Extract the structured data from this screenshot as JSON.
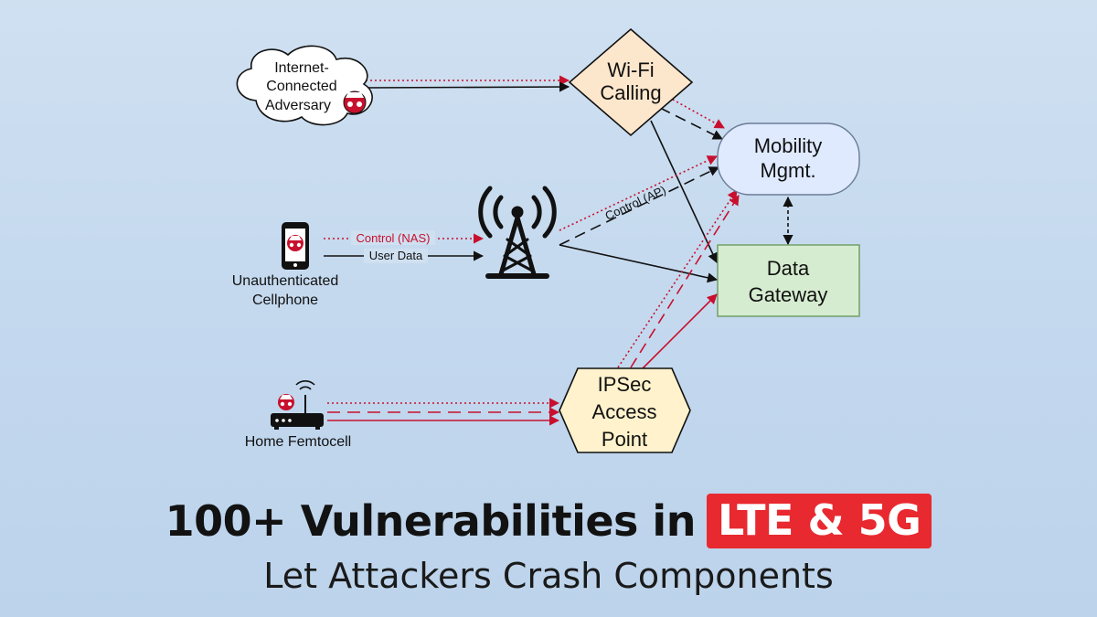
{
  "nodes": {
    "adversary": {
      "line1": "Internet-",
      "line2": "Connected",
      "line3": "Adversary"
    },
    "wifi": {
      "line1": "Wi-Fi",
      "line2": "Calling"
    },
    "mobility": {
      "line1": "Mobility",
      "line2": "Mgmt."
    },
    "gateway": {
      "line1": "Data",
      "line2": "Gateway"
    },
    "ipsec": {
      "line1": "IPSec",
      "line2": "Access",
      "line3": "Point"
    },
    "cellphone": {
      "line1": "Unauthenticated",
      "line2": "Cellphone"
    },
    "femtocell": {
      "label": "Home Femtocell"
    }
  },
  "edges": {
    "control_nas": "Control (NAS)",
    "user_data": "User Data",
    "control_ap": "Control (AP)"
  },
  "headline": {
    "main": "100+ Vulnerabilities in",
    "highlight": "LTE & 5G",
    "sub": "Let Attackers Crash Components"
  },
  "colors": {
    "red": "#c8102e",
    "wifi_fill": "#fde7cc",
    "mobility_fill": "#dfeaff",
    "gateway_fill": "#d6ecd0",
    "ipsec_fill": "#fff2cc",
    "highlight_bg": "#e8292f"
  }
}
